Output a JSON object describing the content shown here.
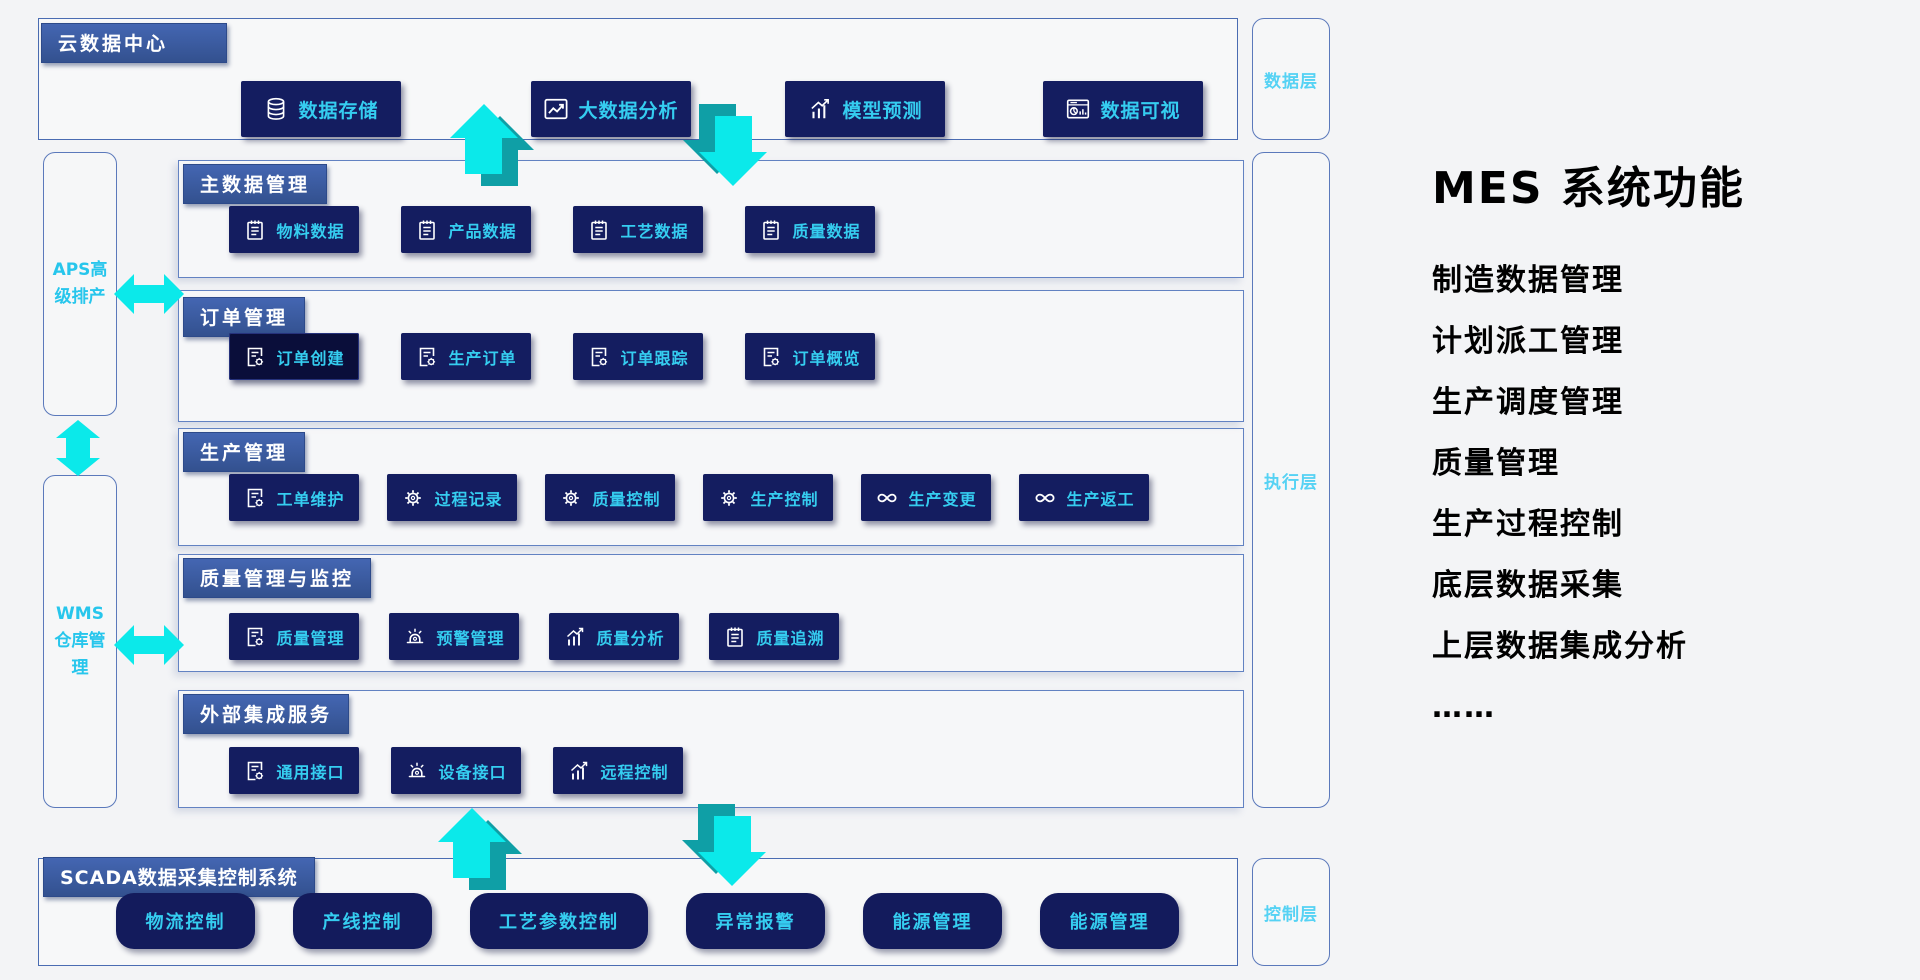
{
  "colors": {
    "background": "#f3f4f6",
    "box_border_blue": "#4a6cb2",
    "tab_blue": "#3c5fab",
    "button_navy": "#141d60",
    "button_dark_navy": "#0a0e3a",
    "accent_cyan_text": "#35cdf0",
    "layer_label_cyan": "#55d2f4",
    "arrow_cyan": "#0be9ea",
    "arrow_teal": "#0f9fa6"
  },
  "cloud": {
    "title": "云数据中心",
    "buttons": [
      {
        "label": "数据存储",
        "icon": "database-icon"
      },
      {
        "label": "大数据分析",
        "icon": "line-chart-icon"
      },
      {
        "label": "模型预测",
        "icon": "trend-chart-icon"
      },
      {
        "label": "数据可视",
        "icon": "dashboard-icon"
      }
    ]
  },
  "layers": {
    "data_layer": "数据层",
    "execution_layer": "执行层",
    "control_layer": "控制层"
  },
  "side": {
    "aps": "APS高级排产",
    "wms": "WMS仓库管理"
  },
  "sections": [
    {
      "title": "主数据管理",
      "buttons": [
        {
          "label": "物料数据",
          "icon": "notepad-icon"
        },
        {
          "label": "产品数据",
          "icon": "notepad-icon"
        },
        {
          "label": "工艺数据",
          "icon": "notepad-icon"
        },
        {
          "label": "质量数据",
          "icon": "notepad-icon"
        }
      ]
    },
    {
      "title": "订单管理",
      "buttons": [
        {
          "label": "订单创建",
          "icon": "doc-gear-icon"
        },
        {
          "label": "生产订单",
          "icon": "doc-gear-icon"
        },
        {
          "label": "订单跟踪",
          "icon": "doc-gear-icon"
        },
        {
          "label": "订单概览",
          "icon": "doc-gear-icon"
        }
      ]
    },
    {
      "title": "生产管理",
      "buttons": [
        {
          "label": "工单维护",
          "icon": "doc-gear-icon"
        },
        {
          "label": "过程记录",
          "icon": "gear-icon"
        },
        {
          "label": "质量控制",
          "icon": "gear-icon"
        },
        {
          "label": "生产控制",
          "icon": "gear-icon"
        },
        {
          "label": "生产变更",
          "icon": "infinity-icon"
        },
        {
          "label": "生产返工",
          "icon": "infinity-icon"
        }
      ]
    },
    {
      "title": "质量管理与监控",
      "buttons": [
        {
          "label": "质量管理",
          "icon": "doc-gear-icon"
        },
        {
          "label": "预警管理",
          "icon": "alarm-icon"
        },
        {
          "label": "质量分析",
          "icon": "trend-chart-icon"
        },
        {
          "label": "质量追溯",
          "icon": "notepad-icon"
        }
      ]
    },
    {
      "title": "外部集成服务",
      "buttons": [
        {
          "label": "通用接口",
          "icon": "doc-gear-icon"
        },
        {
          "label": "设备接口",
          "icon": "alarm-icon"
        },
        {
          "label": "远程控制",
          "icon": "trend-chart-icon"
        }
      ]
    }
  ],
  "scada": {
    "title": "SCADA数据采集控制系统",
    "pills": [
      "物流控制",
      "产线控制",
      "工艺参数控制",
      "异常报警",
      "能源管理",
      "能源管理"
    ]
  },
  "right_panel": {
    "title": "MES 系统功能",
    "items": [
      "制造数据管理",
      "计划派工管理",
      "生产调度管理",
      "质量管理",
      "生产过程控制",
      "底层数据采集",
      "上层数据集成分析",
      "……"
    ]
  }
}
